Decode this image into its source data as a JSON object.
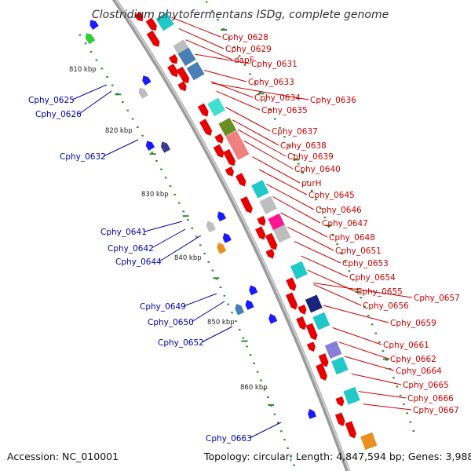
{
  "title": "Clostridium phytofermentans ISDg, complete genome",
  "footer": {
    "accession": "Accession: NC_010001",
    "summary": "Topology: circular; Length: 4,847,594 bp; Genes: 3,988"
  },
  "ticks": [
    "810 kbp",
    "820 kbp",
    "830 kbp",
    "840 kbp",
    "850 kbp",
    "860 kbp"
  ],
  "forward_labels": [
    "Cphy_0628",
    "Cphy_0629",
    "dapF",
    "Cphy_0631",
    "Cphy_0633",
    "Cphy_0634",
    "Cphy_0635",
    "Cphy_0636",
    "Cphy_0637",
    "Cphy_0638",
    "Cphy_0639",
    "Cphy_0640",
    "purH",
    "Cphy_0645",
    "Cphy_0646",
    "Cphy_0647",
    "Cphy_0648",
    "Cphy_0651",
    "Cphy_0653",
    "Cphy_0654",
    "Cphy_0655",
    "Cphy_0656",
    "Cphy_0657",
    "Cphy_0659",
    "Cphy_0661",
    "Cphy_0662",
    "Cphy_0664",
    "Cphy_0665",
    "Cphy_0666",
    "Cphy_0667"
  ],
  "reverse_labels": [
    "Cphy_0625",
    "Cphy_0626",
    "Cphy_0632",
    "Cphy_0641",
    "Cphy_0642",
    "Cphy_0644",
    "Cphy_0649",
    "Cphy_0650",
    "Cphy_0652",
    "Cphy_0663"
  ],
  "colors": {
    "backbone": "#9a9a9a",
    "forward_gene": "#e60000",
    "reverse_gene": "#1a1aff",
    "forward_label": "#cc0000",
    "reverse_label": "#0000aa",
    "tick_dots": "#2e8b2e",
    "cog_cyan": "#20c8c8",
    "cog_steel": "#4a7fb5",
    "cog_pink": "#f08080",
    "cog_olive": "#6b8e23",
    "cog_grey": "#bdbdbd",
    "cog_indigo": "#3b3b8f",
    "cog_magenta": "#ff1493",
    "cog_teal": "#40e0d0",
    "cog_orange": "#e89020",
    "cog_navy": "#1a237e",
    "cog_lavender": "#8a7fd8",
    "cog_green": "#33cc33"
  }
}
